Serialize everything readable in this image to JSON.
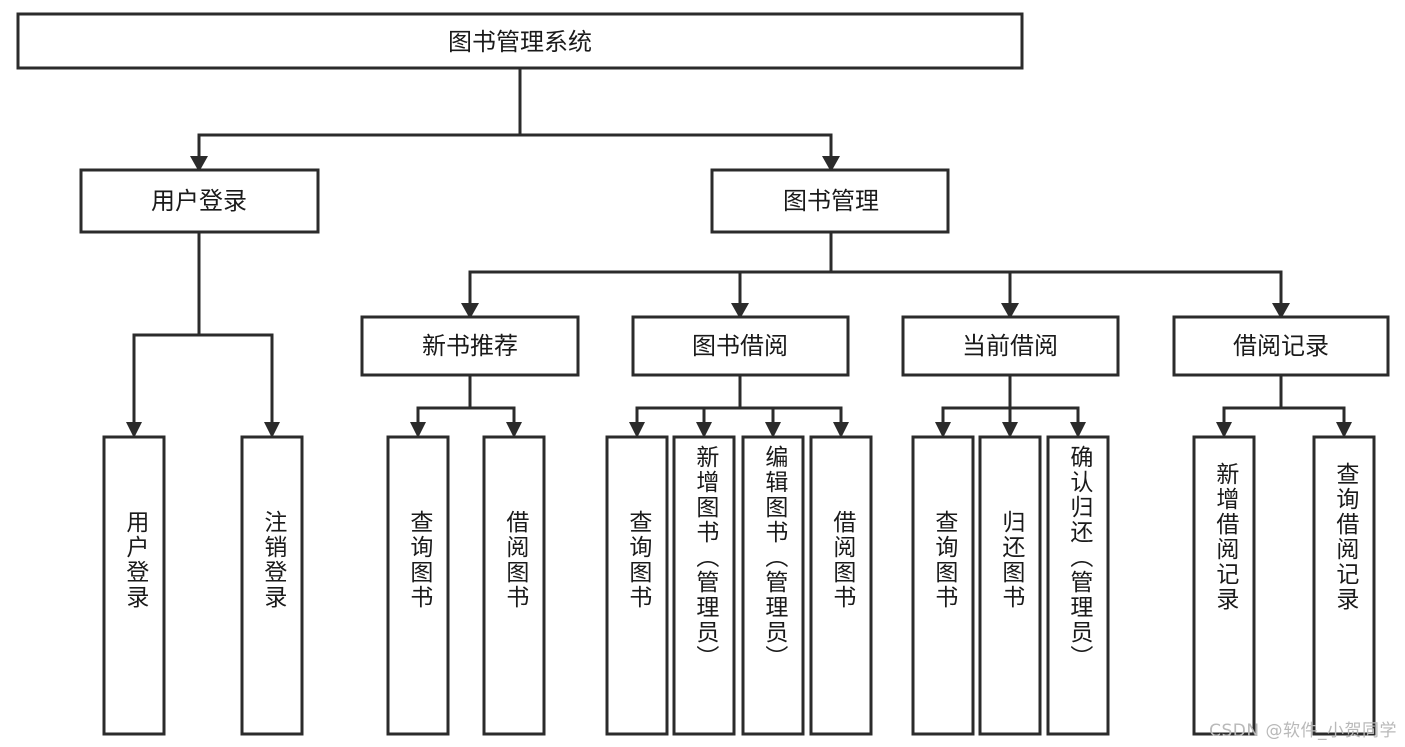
{
  "diagram": {
    "type": "tree",
    "title": "图书管理系统",
    "watermark": "CSDN @软件_小贺同学",
    "colors": {
      "box_stroke": "#2b2b2b",
      "box_fill": "#ffffff",
      "connector": "#2b2b2b",
      "text": "#1a1a1a",
      "background": "#ffffff",
      "watermark": "#b9b9b9"
    },
    "root": {
      "label": "图书管理系统"
    },
    "level2": [
      {
        "label": "用户登录"
      },
      {
        "label": "图书管理"
      }
    ],
    "level3": [
      {
        "label": "新书推荐"
      },
      {
        "label": "图书借阅"
      },
      {
        "label": "当前借阅"
      },
      {
        "label": "借阅记录"
      }
    ],
    "leaves": {
      "user_login": [
        {
          "label": "用户登录"
        },
        {
          "label": "注销登录"
        }
      ],
      "new_book_recommend": [
        {
          "label": "查询图书"
        },
        {
          "label": "借阅图书"
        }
      ],
      "book_borrow": [
        {
          "label": "查询图书"
        },
        {
          "label": "新增图书（管理员）"
        },
        {
          "label": "编辑图书（管理员）"
        },
        {
          "label": "借阅图书"
        }
      ],
      "current_borrow": [
        {
          "label": "查询图书"
        },
        {
          "label": "归还图书"
        },
        {
          "label": "确认归还（管理员）"
        }
      ],
      "borrow_record": [
        {
          "label": "新增借阅记录"
        },
        {
          "label": "查询借阅记录"
        }
      ]
    }
  }
}
